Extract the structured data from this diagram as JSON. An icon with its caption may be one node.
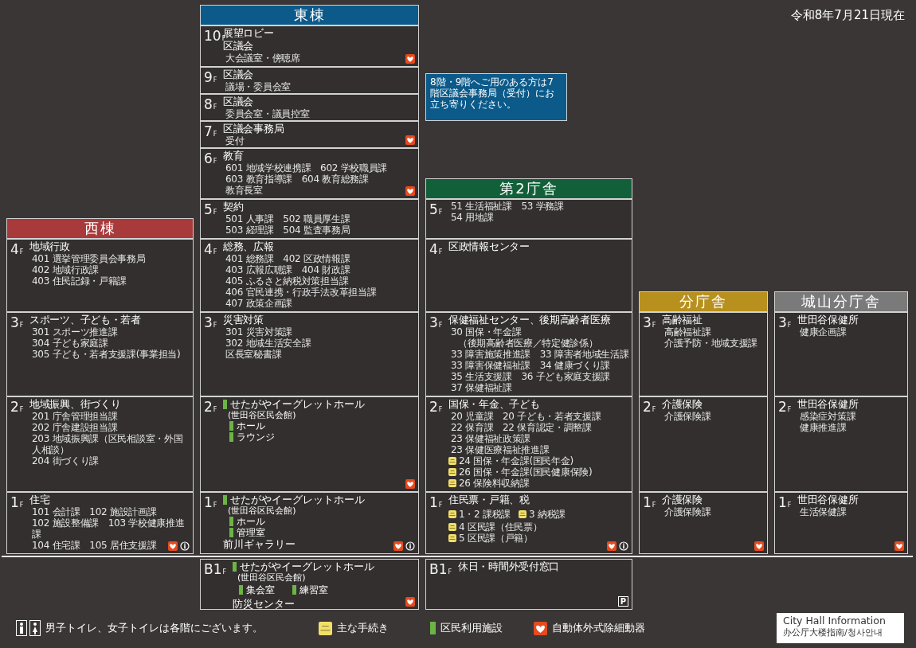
{
  "diagram": {
    "nodes": [
      {
        "text": [
          "西棟"
        ]
      },
      {
        "text": [
          "4$_{F}$",
          "地域行政",
          "401 選挙管理委員会事務局",
          "402 地域行政課",
          "403 住民記録・戸籍課"
        ]
      },
      {
        "text": [
          "3$_{F}$",
          "スポーツ、子ども・若者",
          "301 スポーツ推進課",
          "304 子ども家庭課",
          "305 子ども・若者支援課(事業担当)"
        ]
      },
      {
        "text": [
          "2$_{F}$",
          "地域振興、街づくり",
          "201 庁舎管理担当課",
          "202 庁舎建設担当課",
          "203 地域振興課（区民相談室・外国人相談）",
          "204 街づくり課"
        ]
      },
      {
        "text": [
          "1$_{F}$",
          "住宅",
          "101 会計課　102 施設計画課",
          "102 施設整備課　103 学校健康推進課",
          "104 住宅課　105 居住支援課"
        ]
      },
      {
        "text": [
          "東棟"
        ]
      },
      {
        "text": [
          "10$_{F}$",
          "展望ロビー",
          "区議会",
          "大会議室・傍聴席"
        ]
      },
      {
        "text": [
          "9$_{F}$",
          "区議会",
          "議場・委員会室"
        ]
      },
      {
        "text": [
          "8$_{F}$",
          "区議会",
          "委員会室・議員控室"
        ]
      },
      {
        "text": [
          "7$_{F}$",
          "区議会事務局",
          "受付"
        ]
      },
      {
        "text": [
          "6$_{F}$",
          "教育",
          "601 地域学校連携課　602 学校職員課",
          "603 教育指導課　604 教育総務課",
          "教育長室"
        ]
      },
      {
        "text": [
          "5$_{F}$",
          "契約",
          "501 人事課　502 職員厚生課",
          "503 経理課　504 監査事務局"
        ]
      },
      {
        "text": [
          "4$_{F}$",
          "総務、広報",
          "401 総務課　402 区政情報課",
          "403 広報広聴課　404 財政課",
          "405 ふるさと納税対策担当課",
          "406 官民連携・行政手法改革担当課",
          "407 政策企画課"
        ]
      },
      {
        "text": [
          "3$_{F}$",
          "災害対策",
          "301 災害対策課",
          "302 地域生活安全課",
          "区長室秘書課"
        ]
      },
      {
        "text": [
          "2$_{F}$",
          "せたがやイーグレットホール",
          "(世田谷区民会館)",
          "ホール",
          "ラウンジ"
        ]
      },
      {
        "text": [
          "1$_{F}$",
          "せたがやイーグレットホール",
          "(世田谷区民会館)",
          "ホール",
          "管理室",
          "前川ギャラリー"
        ]
      },
      {
        "text": [
          "B1$_{F}$",
          "せたがやイーグレットホール",
          "(世田谷区民会館)",
          "集会室",
          "練習室",
          "防災センター"
        ]
      },
      {
        "text": [
          "8階・9階へご用のある方は7階区議会事務局（受付）にお立ち寄りください。"
        ]
      },
      {
        "text": [
          "第2庁舎"
        ]
      },
      {
        "text": [
          "5$_{F}$",
          "51 生活福祉課　53 学務課",
          "54 用地課"
        ]
      },
      {
        "text": [
          "4$_{F}$",
          "区政情報センター"
        ]
      },
      {
        "text": [
          "3$_{F}$",
          "保健福祉センター、後期高齢者医療",
          "30 国保・年金課",
          "（後期高齢者医療／特定健診係）",
          "33 障害施策推進課　33 障害者地域生活課",
          "33 障害保健福祉課　34 健康づくり課",
          "35 生活支援課　36 子ども家庭支援課",
          "37 保健福祉課"
        ]
      },
      {
        "text": [
          "2$_{F}$",
          "国保・年金、子ども",
          "20 児童課　20 子ども・若者支援課",
          "22 保育課　22 保育認定・調整課",
          "23 保健福祉政策課",
          "23 保健医療福祉推進課",
          "24 国保・年金課(国民年金)",
          "26 国保・年金課(国民健康保険)",
          "26 保険料収納課"
        ]
      },
      {
        "text": [
          "1$_{F}$",
          "住民票・戸籍、税",
          "1・2 課税課",
          "3 納税課",
          "4 区民課（住民票）",
          "5 区民課（戸籍）"
        ]
      },
      {
        "text": [
          "B1$_{F}$",
          "休日・時間外受付窓口"
        ]
      },
      {
        "text": [
          "分庁舎"
        ]
      },
      {
        "text": [
          "3$_{F}$",
          "高齢福祉",
          "高齢福祉課",
          "介護予防・地域支援課"
        ]
      },
      {
        "text": [
          "2$_{F}$",
          "介護保険",
          "介護保険課"
        ]
      },
      {
        "text": [
          "1$_{F}$",
          "介護保険",
          "介護保険課"
        ]
      },
      {
        "text": [
          "城山分庁舎"
        ]
      },
      {
        "text": [
          "3$_{F}$",
          "世田谷保健所",
          "健康企画課"
        ]
      },
      {
        "text": [
          "2$_{F}$",
          "世田谷保健所",
          "感染症対策課",
          "健康推進課"
        ]
      },
      {
        "text": [
          "1$_{F}$",
          "世田谷保健所",
          "生活保健課"
        ]
      }
    ],
    "labels": [
      "令和8年7月21日現在",
      "P",
      "City Hall Information",
      "办公厅大楼指南/청사안내"
    ],
    "legend": [
      {
        "text": "男子トイレ、女子トイレは各階にございます。"
      },
      {
        "text": "主な手続き"
      },
      {
        "text": "区民利用施設",
        "color": "#6cb446"
      },
      {
        "text": "自動体外式除細動器"
      }
    ]
  }
}
